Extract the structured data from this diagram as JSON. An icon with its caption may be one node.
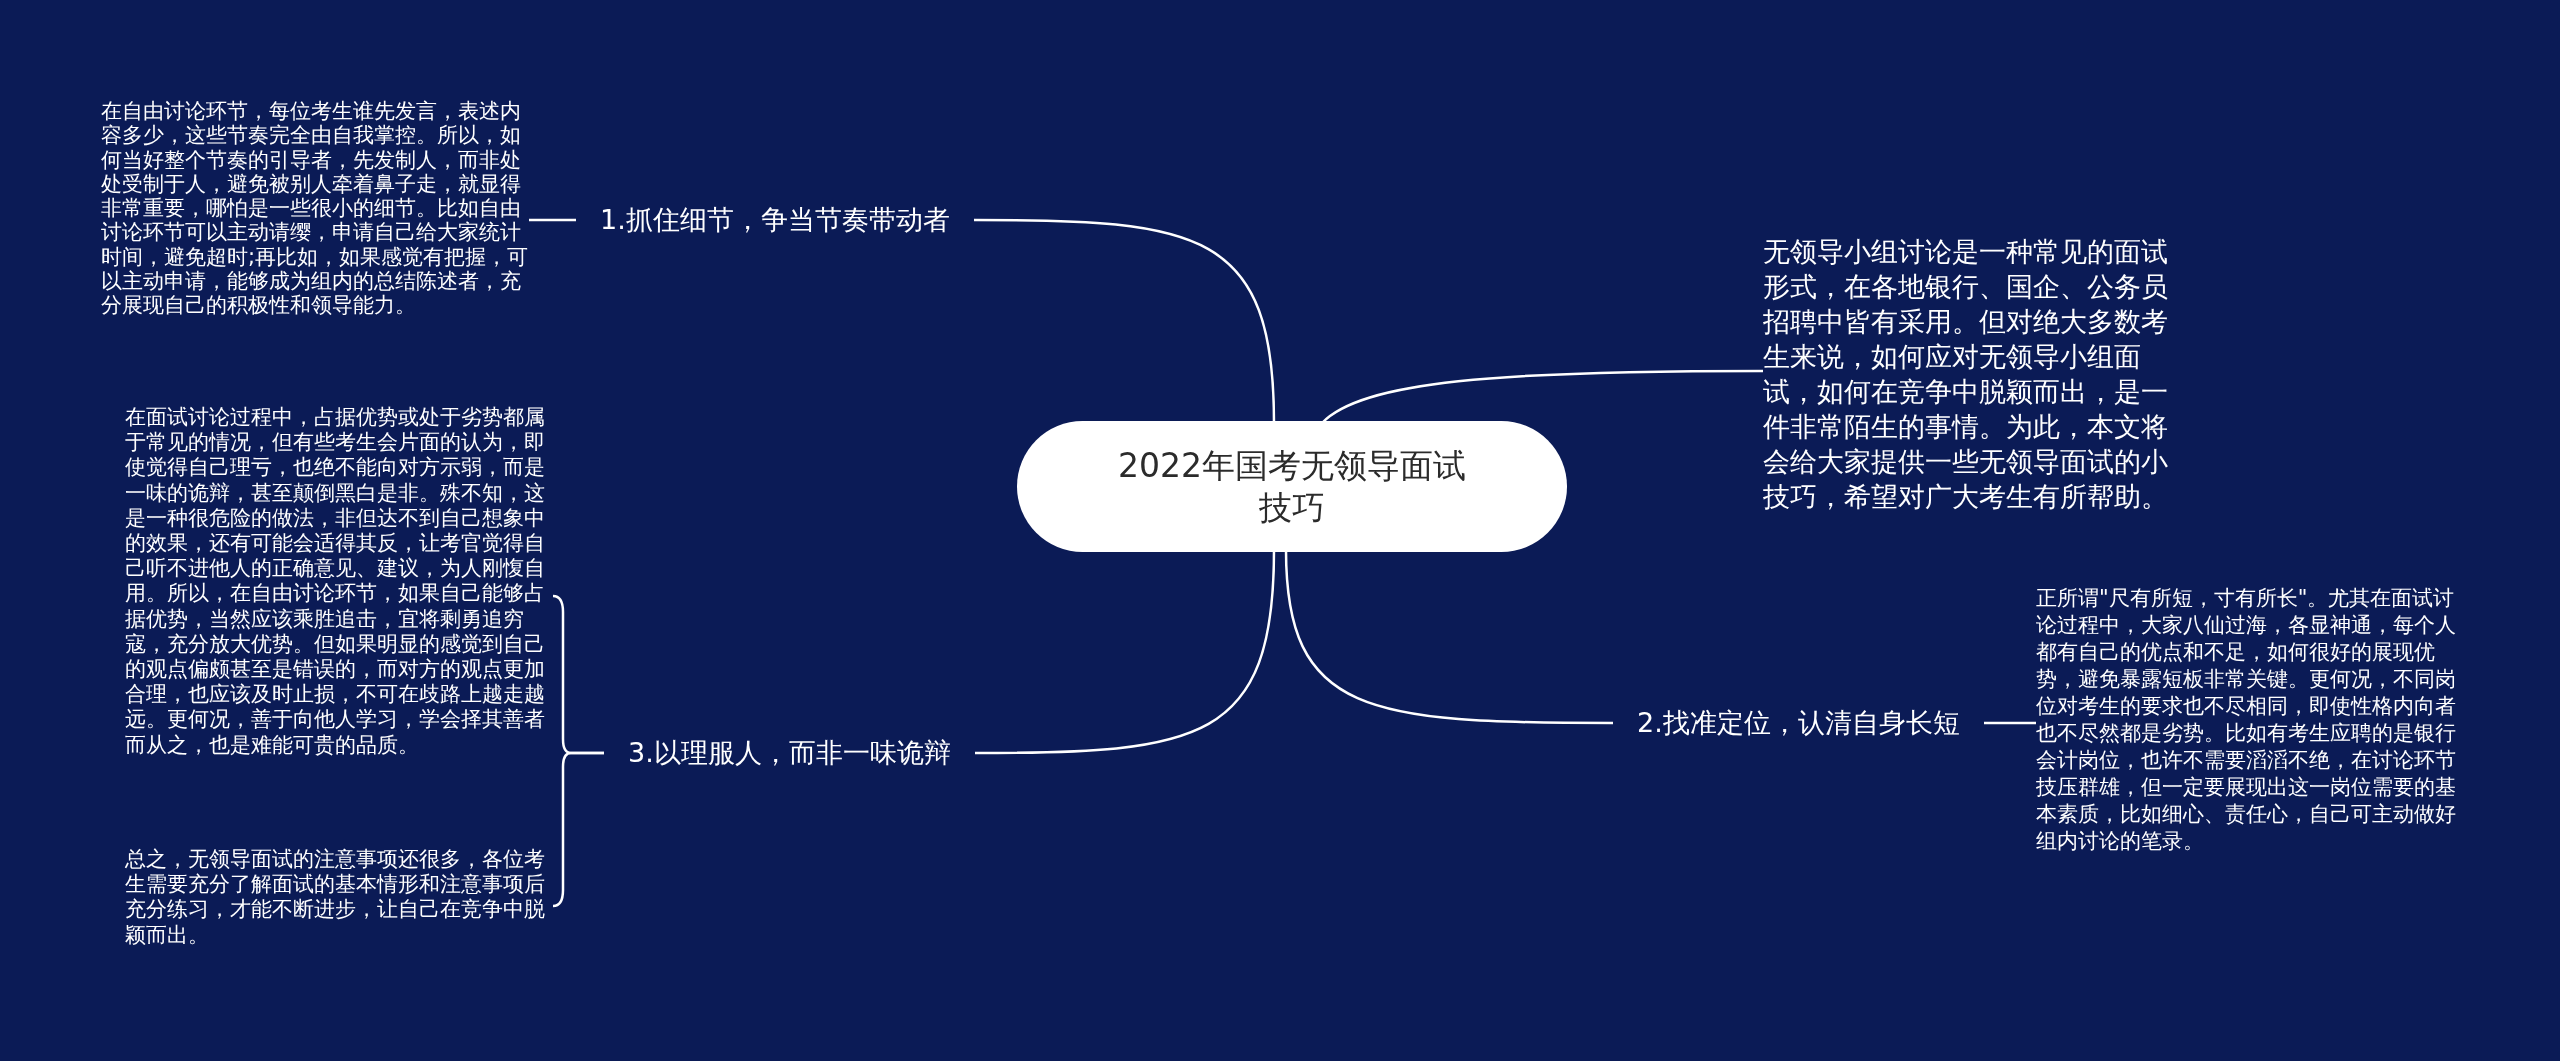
{
  "diagram": {
    "nodes": [
      {
        "text": [
          "2022年国考无领导面试技巧"
        ]
      },
      {
        "text": [
          "1.抓住细节，争当节奏带动者"
        ]
      },
      {
        "text": [
          "在自由讨论环节，每位考生谁先发言，表述内容多少，这些节奏完全由自我掌控。所以，如何当好整个节奏的引导者，先发制人，而非处处受制于人，避免被别人牵着鼻子走，就显得非常重要，哪怕是一些很小的细节。比如自由讨论环节可以主动请缨，申请自己给大家统计时间，避免超时;再比如，如果感觉有把握，可以主动申请，能够成为组内的总结陈述者，充分展现自己的积极性和领导能力。"
        ]
      },
      {
        "text": [
          "无领导小组讨论是一种常见的面试形式，在各地银行、国企、公务员招聘中皆有采用。但对绝大多数考生来说，如何应对无领导小组面试，如何在竞争中脱颖而出，是一件非常陌生的事情。为此，本文将会给大家提供一些无领导面试的小技巧，希望对广大考生有所帮助。"
        ]
      },
      {
        "text": [
          "2.找准定位，认清自身长短"
        ]
      },
      {
        "text": [
          "正所谓\"尺有所短，寸有所长\"。尤其在面试讨论过程中，大家八仙过海，各显神通，每个人都有自己的优点和不足，如何很好的展现优势，避免暴露短板非常关键。更何况，不同岗位对考生的要求也不尽相同，即使性格内向者也不尽然都是劣势。比如有考生应聘的是银行会计岗位，也许不需要滔滔不绝，在讨论环节技压群雄，但一定要展现出这一岗位需要的基本素质，比如细心、责任心，自己可主动做好组内讨论的笔录。"
        ]
      },
      {
        "text": [
          "3.以理服人，而非一味诡辩"
        ]
      },
      {
        "text": [
          "在面试讨论过程中，占据优势或处于劣势都属于常见的情况，但有些考生会片面的认为，即使觉得自己理亏，也绝不能向对方示弱，而是一味的诡辩，甚至颠倒黑白是非。殊不知，这是一种很危险的做法，非但达不到自己想象中的效果，还有可能会适得其反，让考官觉得自己听不进他人的正确意见、建议，为人刚愎自用。所以，在自由讨论环节，如果自己能够占据优势，当然应该乘胜追击，宜将剩勇追穷寇，充分放大优势。但如果明显的感觉到自己的观点偏颇甚至是错误的，而对方的观点更加合理，也应该及时止损，不可在歧路上越走越远。更何况，善于向他人学习，学会择其善者而从之，也是难能可贵的品质。"
        ]
      },
      {
        "text": [
          "总之，无领导面试的注意事项还很多，各位考生需要充分了解面试的基本情形和注意事项后充分练习，才能不断进步，让自己在竞争中脱颖而出。"
        ]
      }
    ],
    "edges": [
      {
        "from": 0,
        "to": 1,
        "arrow": "none"
      },
      {
        "from": 0,
        "to": 3,
        "arrow": "none"
      },
      {
        "from": 0,
        "to": 4,
        "arrow": "none"
      },
      {
        "from": 0,
        "to": 6,
        "arrow": "none"
      },
      {
        "from": 1,
        "to": 2,
        "arrow": "none"
      },
      {
        "from": 4,
        "to": 5,
        "arrow": "none"
      },
      {
        "from": 6,
        "to": 7,
        "arrow": "none"
      },
      {
        "from": 6,
        "to": 8,
        "arrow": "none"
      }
    ]
  }
}
